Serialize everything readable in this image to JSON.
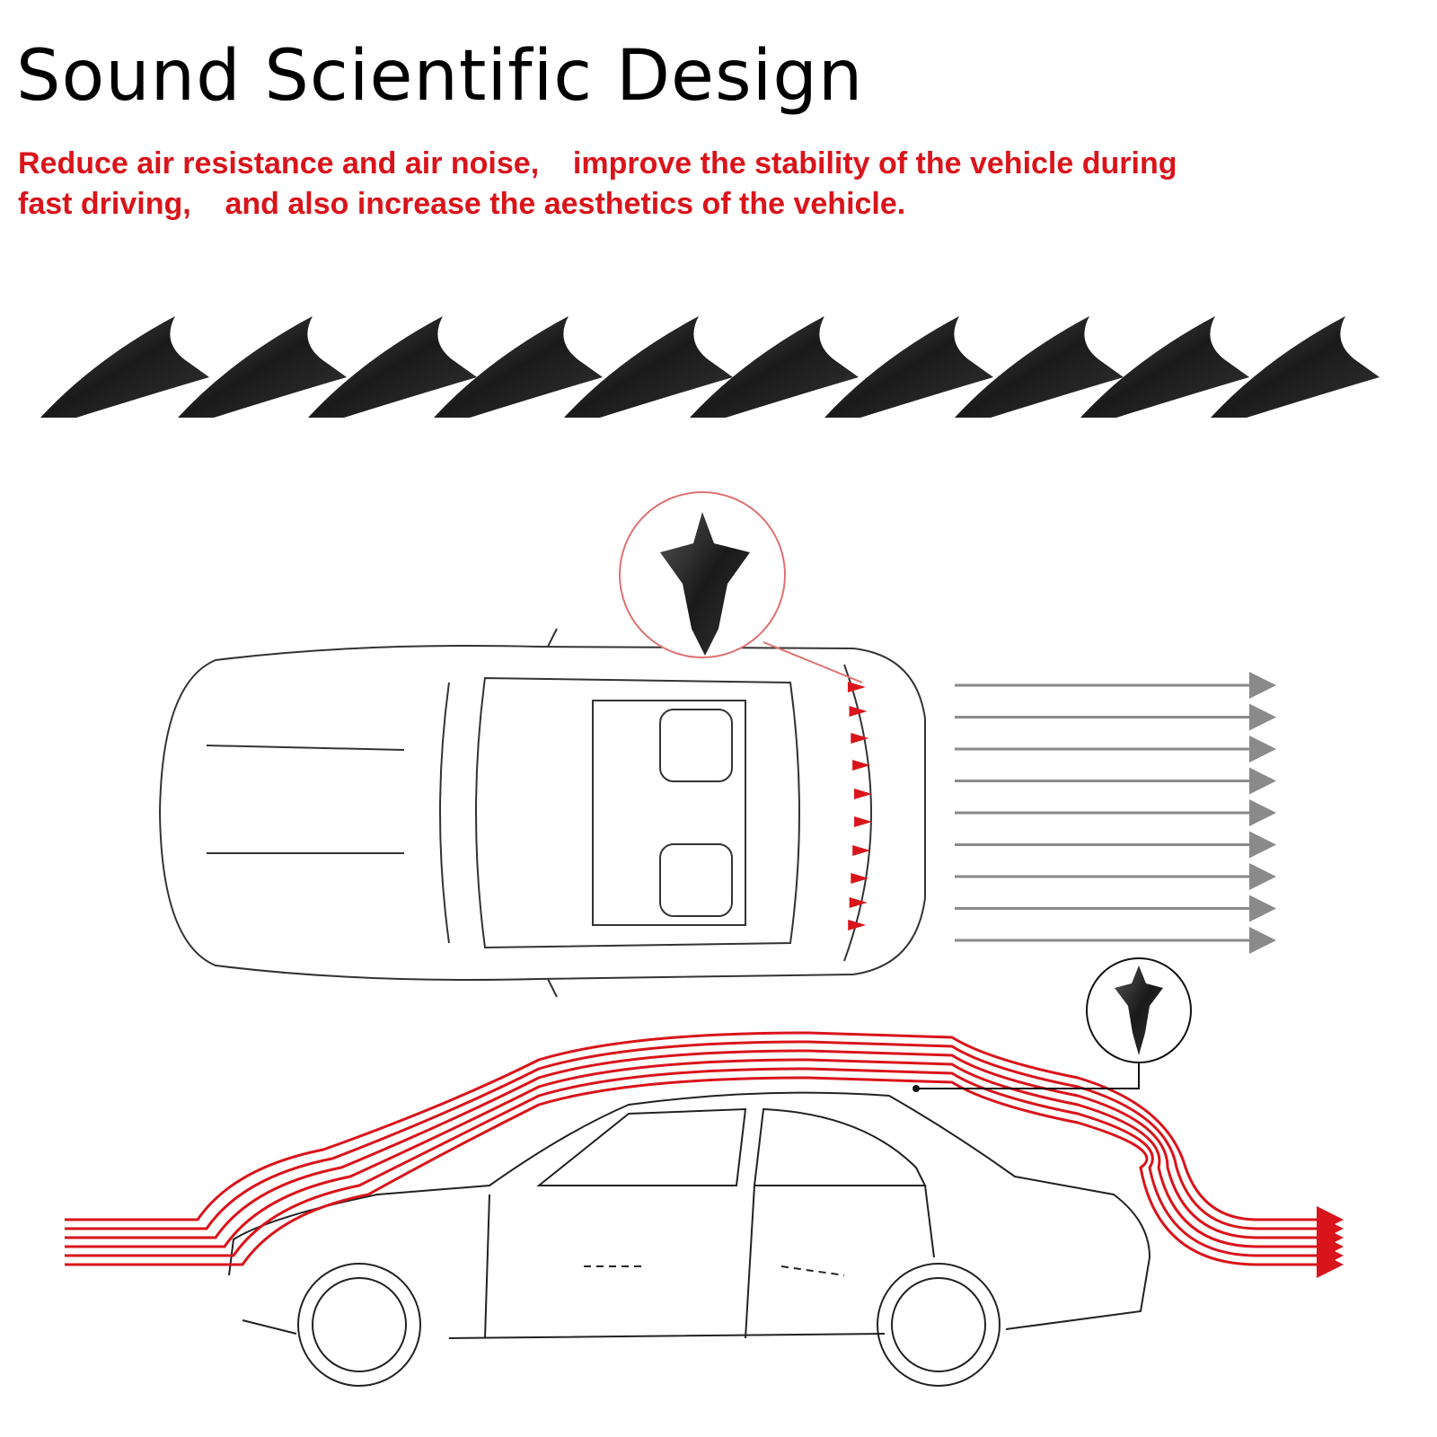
{
  "header": {
    "title": "Sound Scientific Design",
    "subtitle_line1": "Reduce air resistance and air noise,    improve the stability of the vehicle during",
    "subtitle_line2": "fast driving,    and also increase the aesthetics of the vehicle."
  },
  "fins": {
    "count": 10
  },
  "airflow_arrows": {
    "count": 9
  },
  "colors": {
    "accent": "#d9141b",
    "fin": "#1e1e1e",
    "arrow": "#8a8a8a",
    "line": "#333333"
  }
}
